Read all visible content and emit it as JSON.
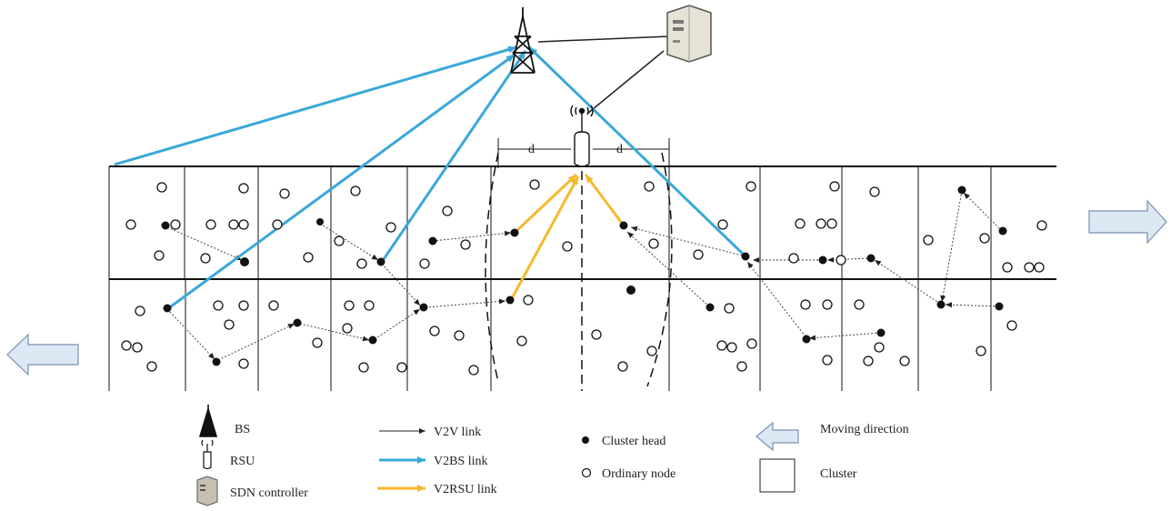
{
  "diagram": {
    "distance_label": "d",
    "colors": {
      "v2v": "#222222",
      "v2bs": "#3aa8d8",
      "v2rsu": "#f5b82e",
      "road": "#111111",
      "arrow_fill": "#dde8f5",
      "arrow_stroke": "#7a8fb0"
    }
  },
  "legend": {
    "bs": "BS",
    "rsu": "RSU",
    "sdn": "SDN controller",
    "v2v": "V2V link",
    "v2bs": "V2BS link",
    "v2rsu": "V2RSU link",
    "cluster_head": "Cluster head",
    "ordinary_node": "Ordinary node",
    "moving_direction": "Moving direction",
    "cluster": "Cluster"
  }
}
